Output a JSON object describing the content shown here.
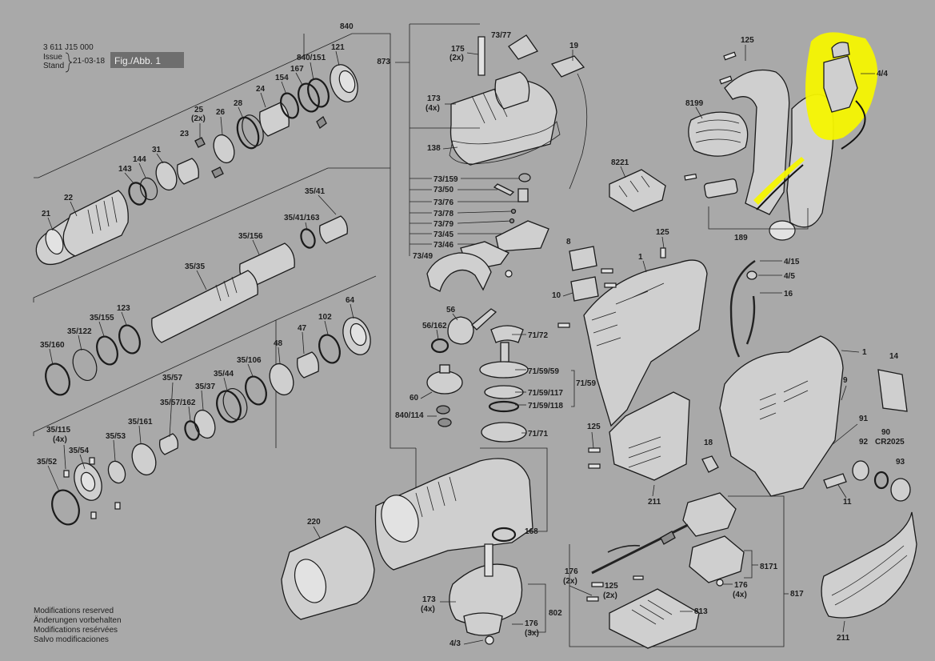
{
  "header": {
    "doc_number": "3 611 J15 000",
    "issue_label": "Issue",
    "stand_label": "Stand",
    "date": "21-03-18",
    "fig_label": "Fig./Abb. 1"
  },
  "footer": {
    "notes": [
      "Modifications reserved",
      "Änderungen vorbehalten",
      "Modifications resérvées",
      "Salvo modificaciones"
    ]
  },
  "highlight": {
    "part": "4/4",
    "color": "#f5f500"
  },
  "colors": {
    "background": "#a9a9a9",
    "ink": "#1e1e1e"
  },
  "labels": {
    "p840": "840",
    "p873": "873",
    "p73_77": "73/77",
    "p175": "175",
    "p175q": "(2x)",
    "p19": "19",
    "p173a": "173",
    "p173aq": "(4x)",
    "p138": "138",
    "p121": "121",
    "p840_151": "840/151",
    "p167": "167",
    "p154": "154",
    "p24": "24",
    "p28": "28",
    "p26": "26",
    "p25": "25",
    "p25q": "(2x)",
    "p23": "23",
    "p31": "31",
    "p144": "144",
    "p143": "143",
    "p22": "22",
    "p21": "21",
    "p35_41": "35/41",
    "p35_41_163": "35/41/163",
    "p35_156": "35/156",
    "p35_35": "35/35",
    "p123": "123",
    "p35_155": "35/155",
    "p35_122": "35/122",
    "p35_160": "35/160",
    "p64": "64",
    "p102": "102",
    "p47": "47",
    "p48": "48",
    "p35_106": "35/106",
    "p35_44": "35/44",
    "p35_37": "35/37",
    "p35_57": "35/57",
    "p35_57_162": "35/57/162",
    "p35_161": "35/161",
    "p35_53": "35/53",
    "p35_115": "35/115",
    "p35_115q": "(4x)",
    "p35_54": "35/54",
    "p35_52": "35/52",
    "p73_159": "73/159",
    "p73_50": "73/50",
    "p73_76": "73/76",
    "p73_78": "73/78",
    "p73_79": "73/79",
    "p73_45": "73/45",
    "p73_46": "73/46",
    "p73_49": "73/49",
    "p56": "56",
    "p56_162": "56/162",
    "p71_72": "71/72",
    "p71_59_59": "71/59/59",
    "p71_59": "71/59",
    "p71_59_117": "71/59/117",
    "p71_59_118": "71/59/118",
    "p71_71": "71/71",
    "p60": "60",
    "p840_114": "840/114",
    "p168": "168",
    "p220": "220",
    "p173b": "173",
    "p173bq": "(4x)",
    "p802": "802",
    "p176a": "176",
    "p176aq": "(3x)",
    "p4_3": "4/3",
    "p125a": "125",
    "p4_4": "4/4",
    "p8199": "8199",
    "p8221": "8221",
    "p189": "189",
    "p125b": "125",
    "p8": "8",
    "p1a": "1",
    "p10": "10",
    "p4_15": "4/15",
    "p4_5": "4/5",
    "p16": "16",
    "p1b": "1",
    "p14": "14",
    "p9": "9",
    "p125c": "125",
    "p18": "18",
    "p211a": "211",
    "p91": "91",
    "p90": "90",
    "p90b": "CR2025",
    "p92": "92",
    "p93": "93",
    "p11": "11",
    "p8171": "8171",
    "p176b": "176",
    "p176bq": "(2x)",
    "p125d": "125",
    "p125dq": "(2x)",
    "p176c": "176",
    "p176cq": "(4x)",
    "p813": "813",
    "p817": "817",
    "p211b": "211"
  }
}
